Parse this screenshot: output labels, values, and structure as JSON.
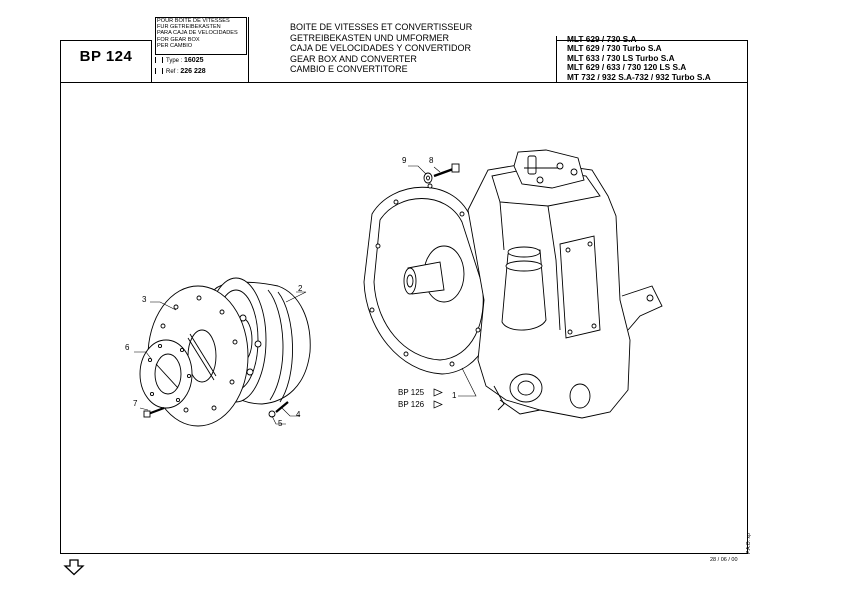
{
  "page": {
    "code": "BP 124",
    "purpose_lines": [
      "POUR BOITE DE VITESSES",
      "FUR GETREIBEKASTEN",
      "PARA CAJA DE VELOCIDADES",
      "FOR GEAR BOX",
      "PER CAMBIO"
    ],
    "type_label": "Type :",
    "type_value": "16025",
    "ref_label": "Ref :",
    "ref_value": "226 228",
    "titles": [
      "BOITE DE VITESSES ET CONVERTISSEUR",
      "GETREIBEKASTEN UND UMFORMER",
      "CAJA DE VELOCIDADES Y CONVERTIDOR",
      "GEAR BOX AND CONVERTER",
      "CAMBIO E CONVERTITORE"
    ],
    "models": [
      "MLT 629 / 730 S.A",
      "MLT 629 / 730 Turbo S.A",
      "MLT 633 / 730 LS Turbo S.A",
      "MLT 629 / 633 / 730 120 LS S.A",
      "MT 732 / 932 S.A-732 / 932 Turbo S.A"
    ],
    "side_text": "P.A.O. xp",
    "date": "28 / 06 / 00"
  },
  "diagram": {
    "callouts": [
      "1",
      "2",
      "3",
      "4",
      "5",
      "6",
      "7",
      "8",
      "9"
    ],
    "page_refs": [
      "BP 125",
      "BP 126"
    ]
  }
}
